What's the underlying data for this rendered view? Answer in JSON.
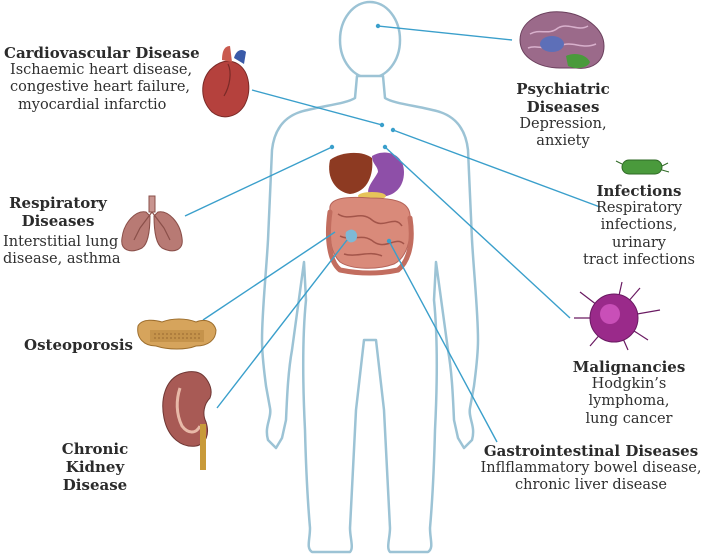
{
  "diseases": {
    "cardiovascular": {
      "title": "Cardiovascular Disease",
      "desc": [
        "Ischaemic heart disease,",
        "congestive heart failure,",
        "myocardial infarctio"
      ]
    },
    "respiratory": {
      "title": [
        "Respiratory",
        "Diseases"
      ],
      "desc": [
        "Interstitial lung",
        "disease, asthma"
      ]
    },
    "osteoporosis": {
      "title": "Osteoporosis"
    },
    "kidney": {
      "title": [
        "Chronic Kidney",
        "Disease"
      ]
    },
    "psychiatric": {
      "title": [
        "Psychiatric",
        "Diseases"
      ],
      "desc": [
        "Depression,",
        "anxiety"
      ]
    },
    "infections": {
      "title": "Infections",
      "desc": [
        "Respiratory",
        "infections, urinary",
        "tract infections"
      ]
    },
    "malignancies": {
      "title": "Malignancies",
      "desc": [
        "Hodgkin’s lymphoma,",
        "lung cancer"
      ]
    },
    "gastrointestinal": {
      "title": "Gastrointestinal Diseases",
      "desc": [
        "Inflflammatory bowel disease,",
        "chronic liver disease"
      ]
    }
  },
  "colors": {
    "outline": "#9cc3d5",
    "connector": "#3a9fcb",
    "heart": "#b5413d",
    "lung": "#b87a74",
    "brain": "#9b6a8a",
    "bacteria": "#4a9a3c",
    "cancer": "#9a2a8a",
    "liver": "#8d3a22",
    "stomach": "#8e4fa8",
    "intestine": "#d98a7a",
    "bone": "#d6a45c",
    "kidney": "#a85a55"
  }
}
